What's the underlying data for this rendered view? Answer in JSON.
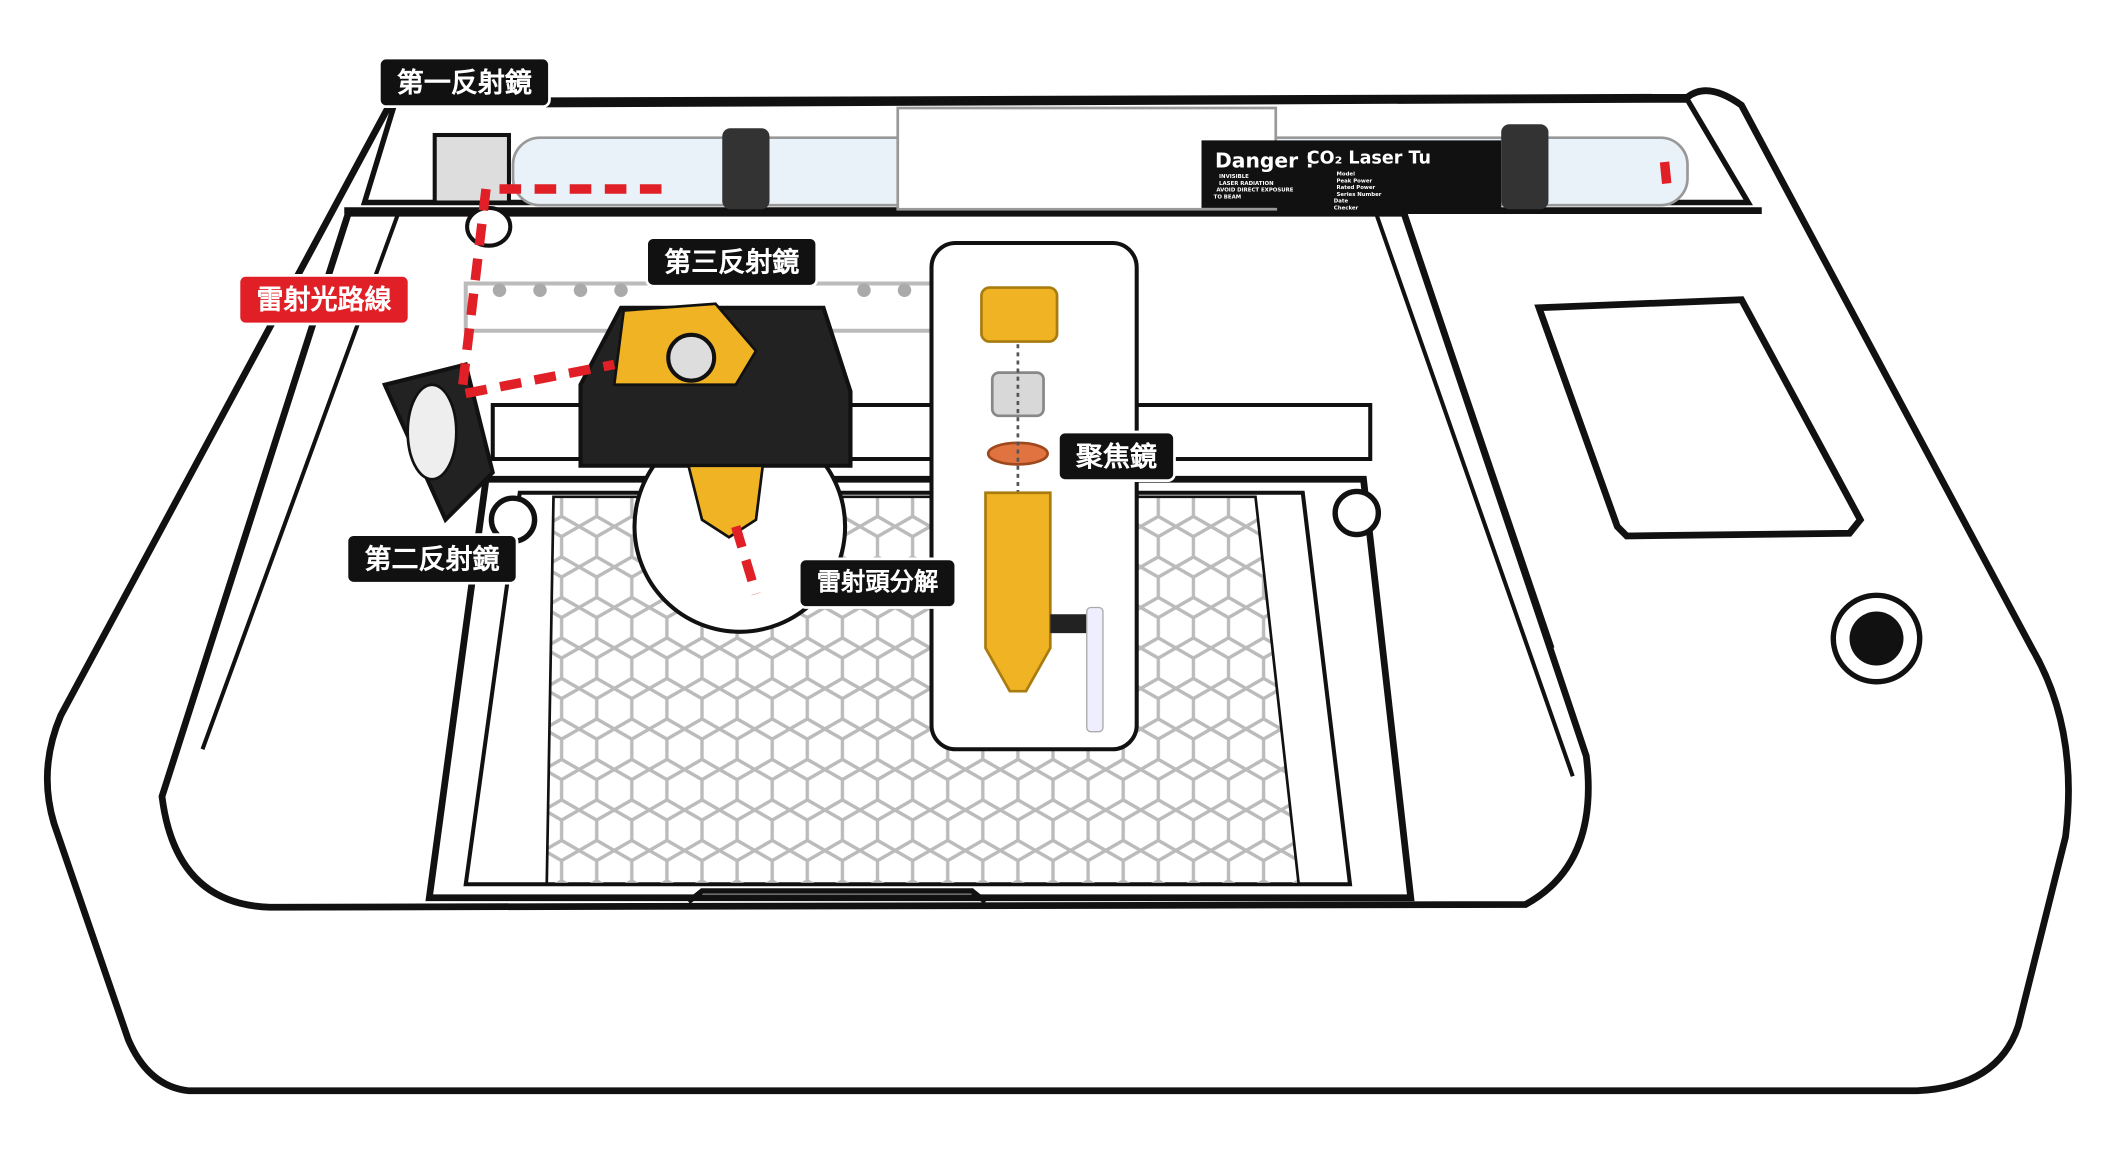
{
  "labels": {
    "mirror1": "第一反射鏡",
    "mirror2": "第二反射鏡",
    "mirror3": "第三反射鏡",
    "laser_path": "雷射光路線",
    "focus_lens": "聚焦鏡",
    "head_exploded": "雷射頭分解"
  },
  "tube": {
    "danger": "Danger !",
    "warning_lines": [
      "INVISIBLE",
      "LASER RADIATION",
      "AVOID DIRECT EXPOSURE",
      "TO BEAM"
    ],
    "product": "CO₂ Laser Tu",
    "spec_fields": [
      "Model",
      "Peak Power",
      "Rated Power",
      "Series Number",
      "Date",
      "Checker"
    ]
  },
  "colors": {
    "outline": "#111111",
    "laser": "#e11f26",
    "brass": "#f0b323",
    "honeycomb": "#bdbdbd"
  }
}
